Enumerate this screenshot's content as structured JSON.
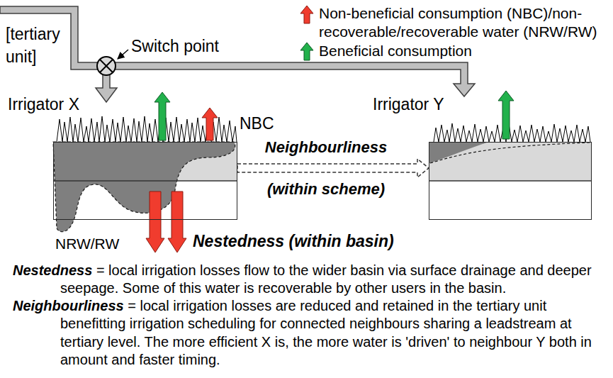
{
  "diagram": {
    "nodes": [
      {
        "text": [
          "Irrigator X"
        ]
      },
      {
        "text": [
          "Irrigator Y"
        ]
      }
    ],
    "edges": [
      {
        "from": 0,
        "to": 1,
        "arrow": "to",
        "label": "Neighbourliness"
      }
    ],
    "labels": [
      "[tertiary unit]",
      "Switch point",
      "NBC",
      "NRW/RW",
      "Nestedness (within basin)",
      "(within scheme)",
      "Nestedness",
      "= local irrigation losses flow to the wider basin via surface drainage and deeper seepage. Some of this water is recoverable by other users in the basin.",
      "Neighbourliness",
      "= local irrigation losses are reduced and retained in the tertiary unit benefitting irrigation scheduling for connected neighbours sharing a leadstream at tertiary level. The more efficient X is, the more water is 'driven' to neighbour Y both in amount and faster timing."
    ],
    "legend": [
      {
        "text": "Non-beneficial consumption (NBC)/non-recoverable/recoverable water (NRW/RW)"
      },
      {
        "text": "Beneficial consumption"
      }
    ]
  }
}
